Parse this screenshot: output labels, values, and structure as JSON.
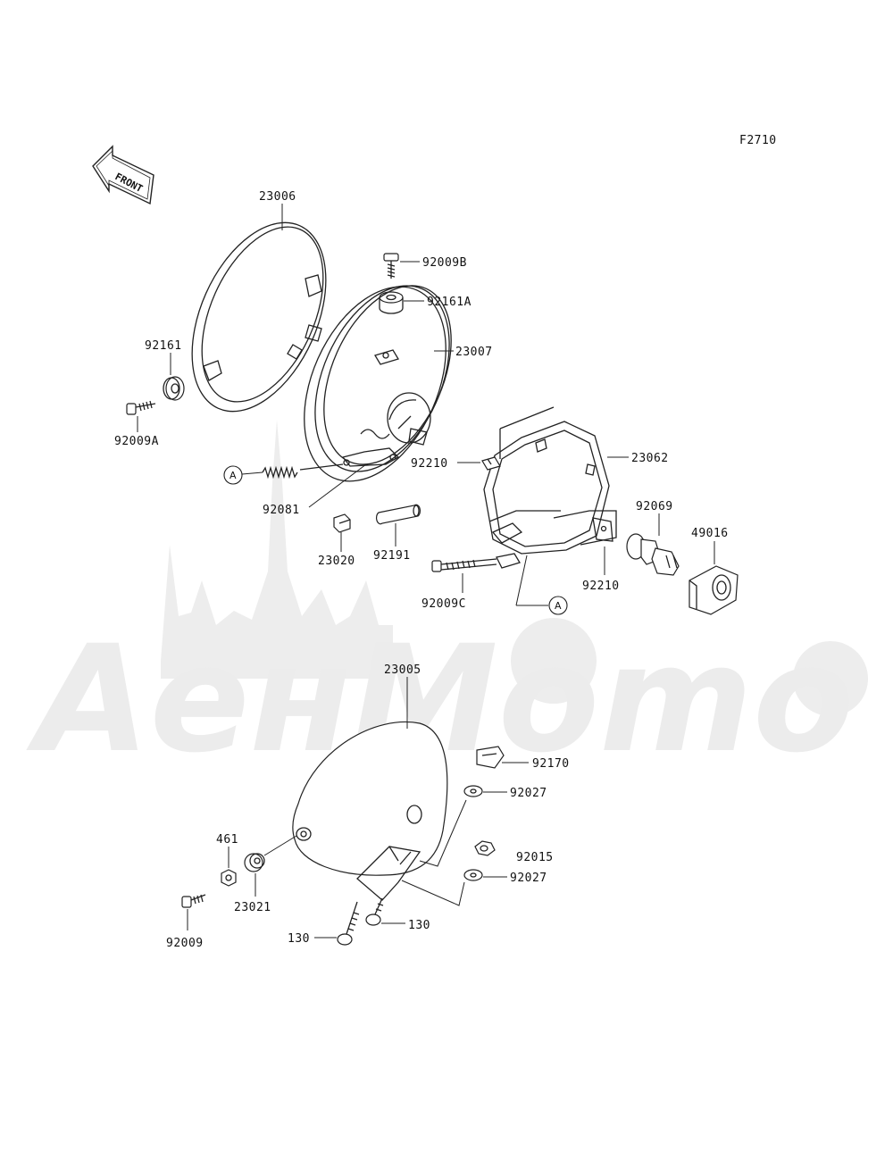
{
  "figure_code": "F2710",
  "front_label": "FRONT",
  "watermark": "AeнMomo",
  "callout_letter": "A",
  "parts": [
    {
      "id": "23006"
    },
    {
      "id": "92009B"
    },
    {
      "id": "92161A"
    },
    {
      "id": "23007"
    },
    {
      "id": "92161"
    },
    {
      "id": "92009A"
    },
    {
      "id": "92210"
    },
    {
      "id": "23062"
    },
    {
      "id": "92081"
    },
    {
      "id": "92069"
    },
    {
      "id": "49016"
    },
    {
      "id": "23020"
    },
    {
      "id": "92191"
    },
    {
      "id": "92210"
    },
    {
      "id": "92009C"
    },
    {
      "id": "23005"
    },
    {
      "id": "92170"
    },
    {
      "id": "92027"
    },
    {
      "id": "461"
    },
    {
      "id": "92015"
    },
    {
      "id": "92027"
    },
    {
      "id": "23021"
    },
    {
      "id": "130"
    },
    {
      "id": "130"
    },
    {
      "id": "92009"
    }
  ]
}
